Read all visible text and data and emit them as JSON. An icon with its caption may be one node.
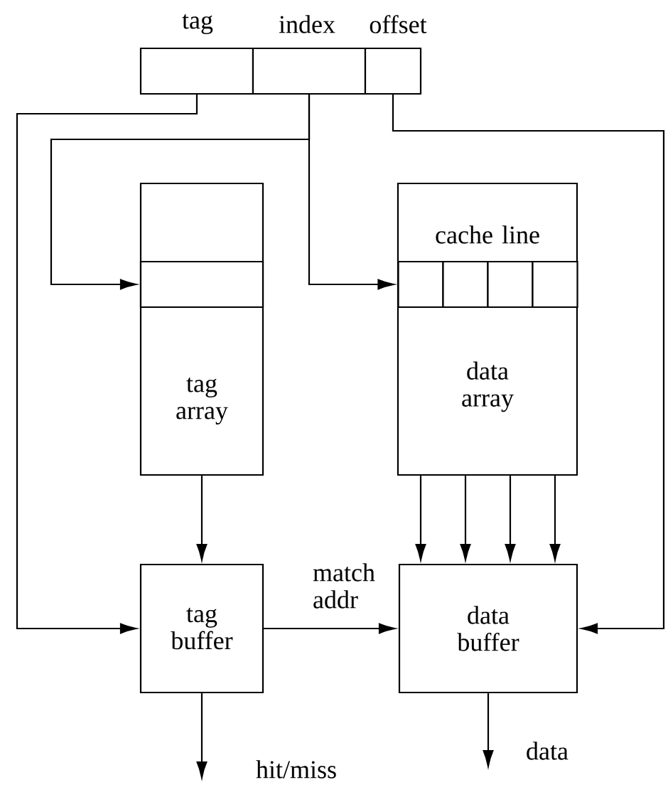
{
  "diagram": {
    "nodes": [
      {
        "text": [
          "tag"
        ]
      },
      {
        "text": [
          "index"
        ]
      },
      {
        "text": [
          "offset"
        ]
      },
      {
        "text": [
          "tag array"
        ]
      },
      {
        "text": [],
        "shape": "box",
        "in": 3
      },
      {
        "text": [
          "cache line",
          "data array"
        ]
      },
      {
        "text": [],
        "shape": "box",
        "in": 5
      },
      {
        "text": [],
        "shape": "box",
        "in": 5
      },
      {
        "text": [],
        "shape": "box",
        "in": 5
      },
      {
        "text": [],
        "shape": "box",
        "in": 5
      },
      {
        "text": [
          "tag buffer"
        ]
      },
      {
        "text": [
          "data buffer"
        ]
      }
    ],
    "edges": [
      {
        "from": 0,
        "to": 10,
        "arrow": "to"
      },
      {
        "from": 1,
        "to": 4,
        "arrow": "to"
      },
      {
        "from": 1,
        "to": 6,
        "arrow": "to"
      },
      {
        "from": 2,
        "to": 11,
        "arrow": "to"
      },
      {
        "from": 3,
        "to": 10,
        "arrow": "to"
      },
      {
        "from": 5,
        "to": 11,
        "arrow": "to"
      },
      {
        "from": 5,
        "to": 11,
        "arrow": "to"
      },
      {
        "from": 5,
        "to": 11,
        "arrow": "to"
      },
      {
        "from": 5,
        "to": 11,
        "arrow": "to"
      },
      {
        "from": 10,
        "to": 11,
        "arrow": "to",
        "label": "match addr"
      },
      {
        "from": 10,
        "to": null,
        "arrow": "to",
        "label": "hit/miss"
      },
      {
        "from": 11,
        "to": null,
        "arrow": "to",
        "label": "data"
      }
    ]
  }
}
